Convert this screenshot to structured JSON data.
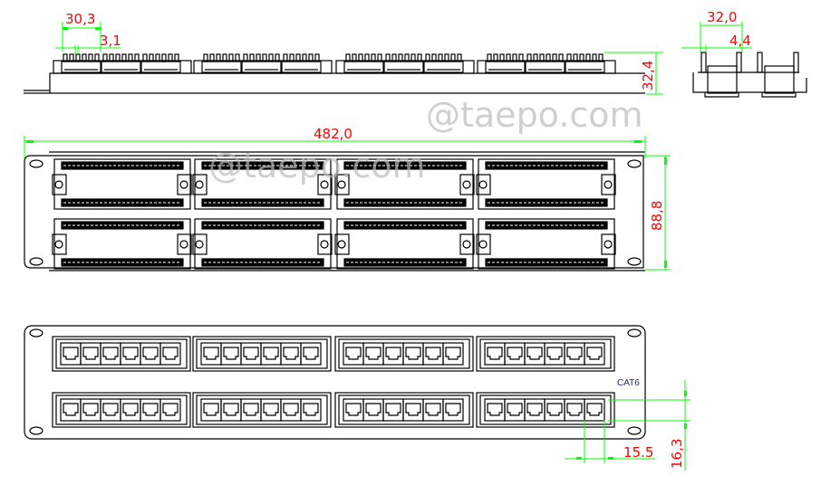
{
  "dimensions": {
    "top_pitch": "30,3",
    "top_gap": "3,1",
    "depth": "32,4",
    "side_width": "32,0",
    "side_gap": "4,4",
    "overall_width": "482,0",
    "overall_height": "88,8",
    "port_pitch": "15.5",
    "port_height": "16,3"
  },
  "labels": {
    "category": "CAT6"
  },
  "watermark": "@taepo.com",
  "colors": {
    "outline": "#000000",
    "dimension_line": "#00ff00",
    "dimension_text": "#ff0000",
    "label": "#1a2a6c"
  },
  "layout_counts": {
    "modules_per_row": 4,
    "rows": 2,
    "ports_per_module": 6
  }
}
